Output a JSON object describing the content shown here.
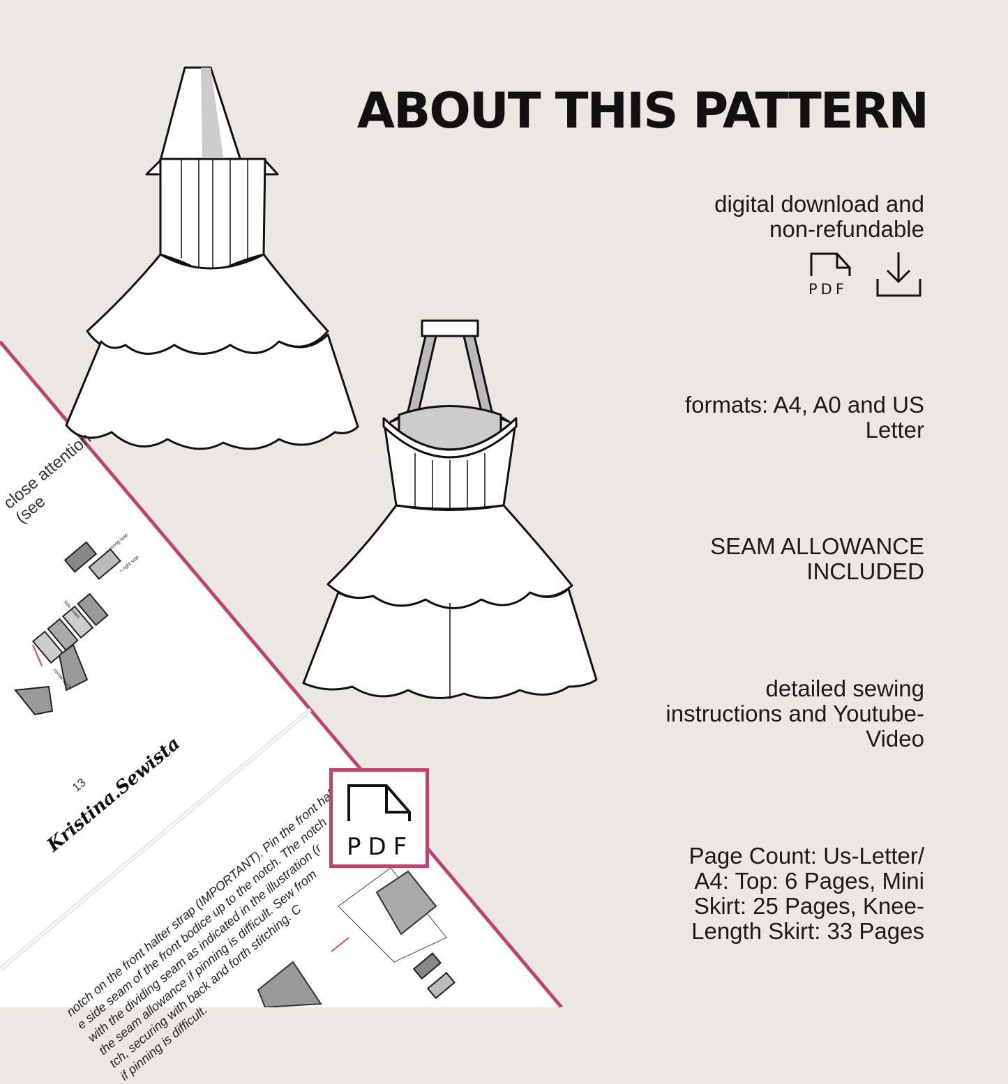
{
  "title": "ABOUT THIS PATTERN",
  "features": [
    {
      "lines": [
        "digital download and",
        "non-refundable"
      ]
    },
    {
      "lines": [
        "formats: A4, A0 and US",
        "Letter"
      ]
    },
    {
      "lines": [
        "SEAM ALLOWANCE",
        "INCLUDED"
      ]
    },
    {
      "lines": [
        "detailed sewing",
        "instructions and Youtube-",
        "Video"
      ]
    },
    {
      "lines": [
        "Page Count: Us-Letter/",
        "A4: Top: 6 Pages, Mini",
        "Skirt: 25 Pages, Knee-",
        "Length Skirt: 33 Pages"
      ]
    }
  ],
  "icons": {
    "pdf_label": "PDF",
    "download": "download-icon"
  },
  "preview": {
    "page1_lines": [
      "close attention",
      "(see"
    ],
    "labels": {
      "wrong_side": "= wrong side",
      "right_side": "= right side",
      "side_seam": "side seam",
      "center_back": "center back"
    },
    "page_number": "13",
    "brand": "Kristina.Sewista",
    "instructions": [
      "notch on the front halter strap (IMPORTANT). Pin the front halter",
      "e side seam of the front bodice up to the notch. The notch",
      "with the dividing seam as indicated in the illustration (r",
      "the seam allowance if pinning is difficult. Sew from",
      "tch, securing with back and forth stitching. C",
      "if pinning is difficult."
    ],
    "badge_label": "PDF"
  },
  "colors": {
    "background": "#ebe7e1",
    "accent": "#c0436f",
    "page": "#ffffff"
  }
}
